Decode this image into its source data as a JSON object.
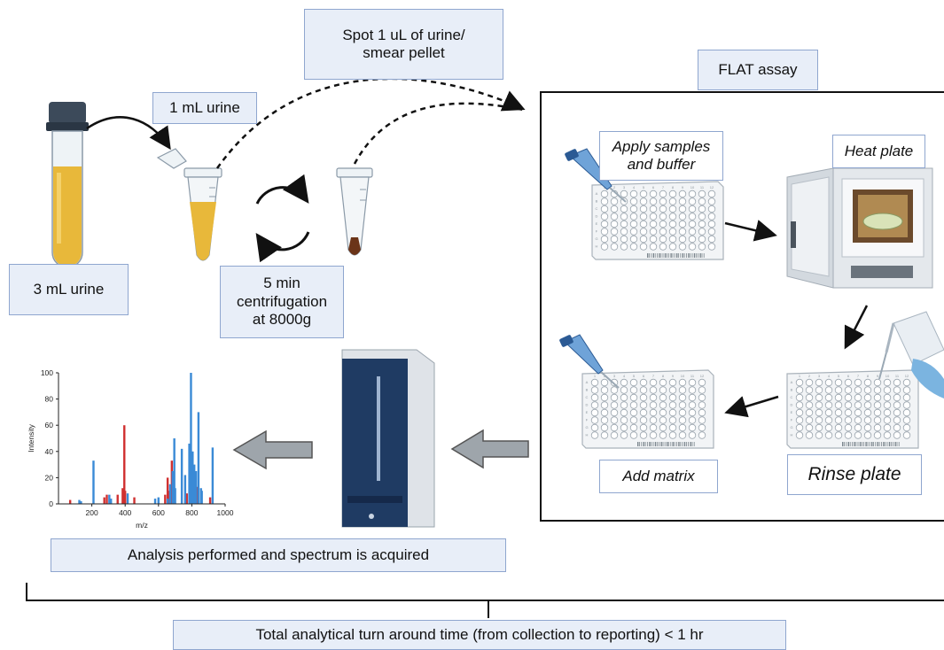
{
  "labels": {
    "spot": "Spot 1 uL of urine/ smear pellet",
    "one_ml": "1 mL urine",
    "flat": "FLAT assay",
    "three_ml": "3 mL urine",
    "centrifuge": "5 min centrifugation at 8000g",
    "apply": "Apply samples and buffer",
    "heat": "Heat plate",
    "add_matrix": "Add matrix",
    "rinse": "Rinse plate",
    "analysis": "Analysis performed and spectrum is acquired",
    "total": "Total analytical turn around time (from collection to reporting) < 1 hr"
  },
  "plate_labels": {
    "cols": [
      "1",
      "2",
      "3",
      "4",
      "5",
      "6",
      "7",
      "8",
      "9",
      "10",
      "11",
      "12"
    ],
    "rows": [
      "A",
      "B",
      "C",
      "D",
      "E",
      "F",
      "G",
      "H"
    ]
  },
  "colors": {
    "box_fill": "#e8eef8",
    "box_border": "#8fa6cf",
    "urine": "#e8b83a",
    "series_red": "#d03030",
    "series_blue": "#3a8ad6",
    "instrument": "#1f3b63"
  },
  "chart_data": {
    "type": "bar",
    "xlabel": "m/z",
    "ylabel": "Intensity",
    "xlim": [
      0,
      1000
    ],
    "ylim": [
      0,
      100
    ],
    "xticks": [
      200,
      400,
      600,
      800,
      1000
    ],
    "yticks": [
      0,
      20,
      40,
      60,
      80,
      100
    ],
    "series": [
      {
        "color": "#d03030",
        "points": [
          [
            70,
            3
          ],
          [
            275,
            5
          ],
          [
            290,
            7
          ],
          [
            355,
            7
          ],
          [
            385,
            12
          ],
          [
            395,
            60
          ],
          [
            400,
            10
          ],
          [
            455,
            5
          ],
          [
            640,
            7
          ],
          [
            655,
            20
          ],
          [
            665,
            10
          ],
          [
            680,
            33
          ],
          [
            690,
            10
          ],
          [
            770,
            8
          ],
          [
            795,
            15
          ],
          [
            830,
            13
          ],
          [
            910,
            5
          ]
        ]
      },
      {
        "color": "#3a8ad6",
        "points": [
          [
            125,
            3
          ],
          [
            135,
            2
          ],
          [
            210,
            33
          ],
          [
            305,
            7
          ],
          [
            315,
            4
          ],
          [
            415,
            8
          ],
          [
            580,
            4
          ],
          [
            600,
            5
          ],
          [
            655,
            4
          ],
          [
            670,
            15
          ],
          [
            685,
            25
          ],
          [
            695,
            50
          ],
          [
            700,
            12
          ],
          [
            740,
            42
          ],
          [
            760,
            22
          ],
          [
            785,
            46
          ],
          [
            795,
            100
          ],
          [
            805,
            40
          ],
          [
            815,
            30
          ],
          [
            825,
            25
          ],
          [
            840,
            70
          ],
          [
            855,
            12
          ],
          [
            860,
            10
          ],
          [
            925,
            43
          ]
        ]
      }
    ]
  }
}
